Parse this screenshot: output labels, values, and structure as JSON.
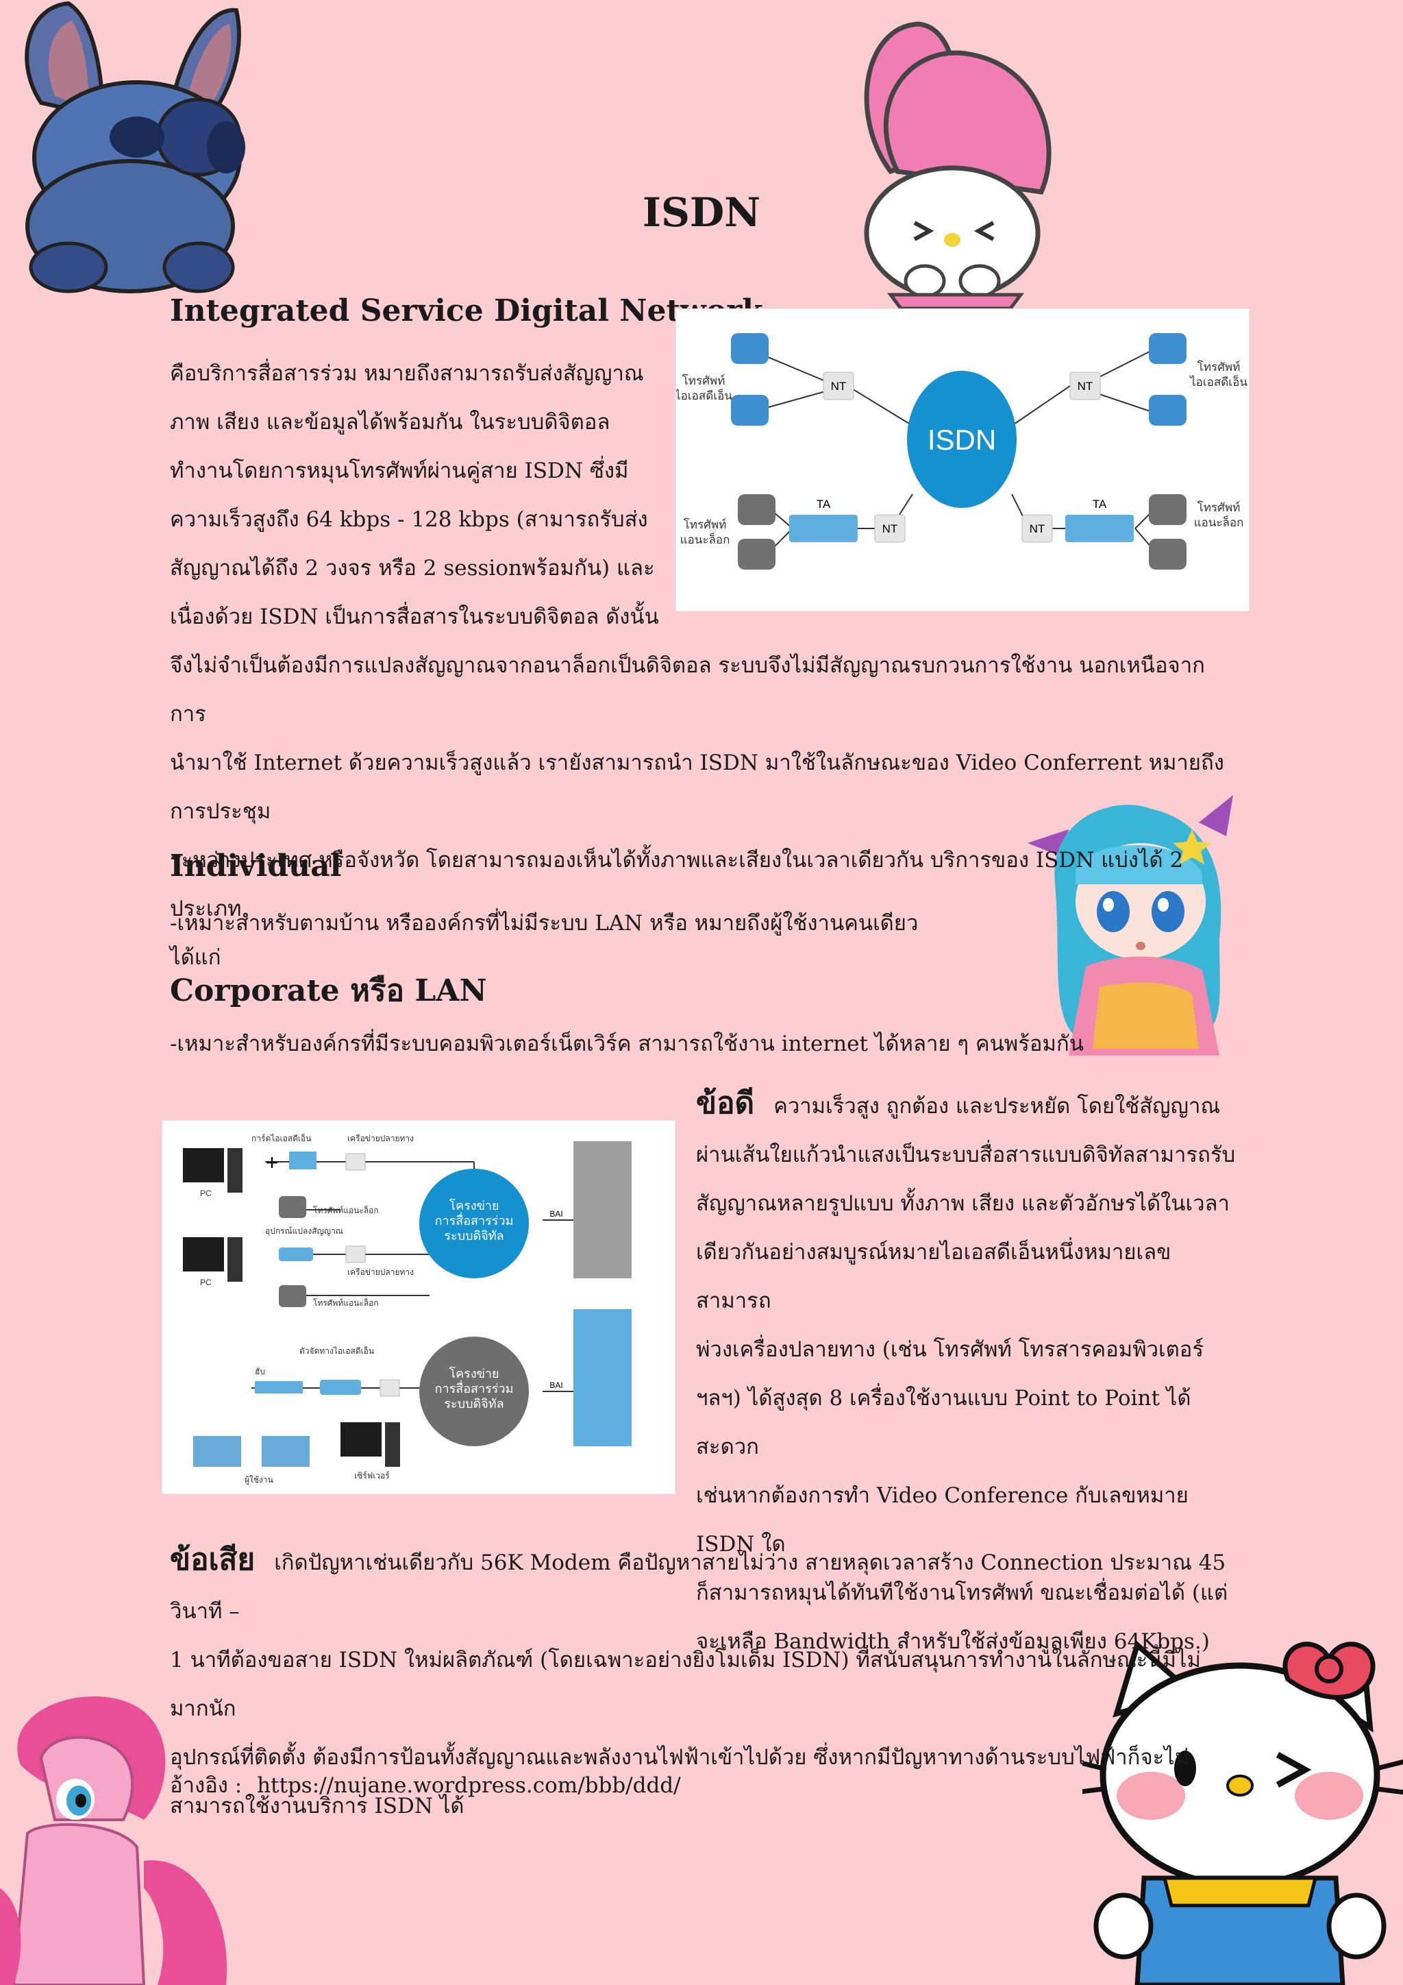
{
  "page": {
    "title": "ISDN"
  },
  "section_isdn": {
    "heading": "Integrated Service Digital Network",
    "lines_left": [
      "คือบริการสื่อสารร่วม หมายถึงสามารถรับส่งสัญญาณ",
      "ภาพ เสียง และข้อมูลได้พร้อมกัน ในระบบดิจิตอล",
      "ทำงานโดยการหมุนโทรศัพท์ผ่านคู่สาย ISDN ซึ่งมี",
      "ความเร็วสูงถึง 64 kbps - 128 kbps (สามารถรับส่ง",
      "สัญญาณได้ถึง 2 วงจร หรือ 2 sessionพร้อมกัน) และ",
      "เนื่องด้วย ISDN เป็นการสื่อสารในระบบดิจิตอล ดังนั้น"
    ],
    "lines_full": [
      "จึงไม่จำเป็นต้องมีการแปลงสัญญาณจากอนาล็อกเป็นดิจิตอล ระบบจึงไม่มีสัญญาณรบกวนการใช้งาน นอกเหนือจากการ",
      "นำมาใช้ Internet ด้วยความเร็วสูงแล้ว เรายังสามารถนำ ISDN มาใช้ในลักษณะของ Video Conferrent หมายถึง การประชุม",
      "ระหว่างประเทศ หรือจังหวัด โดยสามารถมองเห็นได้ทั้งภาพและเสียงในเวลาเดียวกัน บริการของ ISDN แบ่งได้ 2 ประเภท",
      "ได้แก่"
    ]
  },
  "figure1": {
    "center_label": "ISDN",
    "nt": "NT",
    "ta": "TA",
    "left_top_label": [
      "โทรศัพท์",
      "ไอเอสดีเอ็น"
    ],
    "left_bottom_label": [
      "โทรศัพท์",
      "แอนะล็อก"
    ],
    "right_top_label": [
      "โทรศัพท์",
      "ไอเอสดีเอ็น"
    ],
    "right_bottom_label": [
      "โทรศัพท์",
      "แอนะล็อก"
    ]
  },
  "individual": {
    "heading": "Individual",
    "text": "-เหมาะสำหรับตามบ้าน หรือองค์กรที่ไม่มีระบบ LAN หรือ หมายถึงผู้ใช้งานคนเดียว"
  },
  "corporate": {
    "heading": "Corporate หรือ LAN",
    "text": "-เหมาะสำหรับองค์กรที่มีระบบคอมพิวเตอร์เน็ตเวิร์ค สามารถใช้งาน internet ได้หลาย ๆ คนพร้อมกัน"
  },
  "figure2": {
    "card_label": "การ์ดไอเอสดีเอ็น",
    "terminal1": "เครือข่ายปลายทาง",
    "analog_phone1": "โทรศัพท์แอนะล็อก",
    "adapter": "อุปกรณ์แปลงสัญญาณ",
    "terminal2": "เครือข่ายปลายทาง",
    "analog_phone2": "โทรศัพท์แอนะล็อก",
    "pc1": "PC",
    "pc2": "PC",
    "router": "ตัวจัดทางไอเอสดีเอ็น",
    "hub": "ฮับ",
    "users": "ผู้ใช้งาน",
    "server": "เซิร์ฟเวอร์",
    "bai": "BAI",
    "network_blue": [
      "โครงข่าย",
      "การสื่อสารร่วม",
      "ระบบดิจิทัล"
    ],
    "network_gray": [
      "โครงข่าย",
      "การสื่อสารร่วม",
      "ระบบดิจิทัล"
    ]
  },
  "advantages": {
    "heading": "ข้อดี",
    "first_line": "ความเร็วสูง ถูกต้อง และประหยัด โดยใช้สัญญาณ",
    "lines": [
      "ผ่านเส้นใยแก้วนำแสงเป็นระบบสื่อสารแบบดิจิทัลสามารถรับ",
      "สัญญาณหลายรูปแบบ ทั้งภาพ เสียง และตัวอักษรได้ในเวลา",
      "เดียวกันอย่างสมบูรณ์หมายไอเอสดีเอ็นหนึ่งหมายเลขสามารถ",
      "พ่วงเครื่องปลายทาง (เช่น โทรศัพท์ โทรสารคอมพิวเตอร์",
      "ฯลฯ) ได้สูงสุด 8 เครื่องใช้งานแบบ Point to Point ได้สะดวก",
      "เช่นหากต้องการทำ Video Conference กับเลขหมาย ISDN ใด",
      "ก็สามารถหมุนได้ทันทีใช้งานโทรศัพท์ ขณะเชื่อมต่อได้ (แต่",
      "จะเหลือ Bandwidth สำหรับใช้ส่งข้อมูลเพียง 64Kbps.)"
    ]
  },
  "disadvantages": {
    "heading": "ข้อเสีย",
    "first_line": "เกิดปัญหาเช่นเดียวกับ 56K Modem คือปัญหาสายไม่ว่าง สายหลุดเวลาสร้าง Connection ประมาณ 45 วินาที –",
    "lines": [
      "1 นาทีต้องขอสาย ISDN ใหม่ผลิตภัณฑ์ (โดยเฉพาะอย่างยิ่งโมเด็ม ISDN) ที่สนับสนุนการทำงานในลักษณะนี้มีไม่มากนัก",
      "อุปกรณ์ที่ติดตั้ง ต้องมีการป้อนทั้งสัญญาณและพลังงานไฟฟ้าเข้าไปด้วย ซึ่งหากมีปัญหาทางด้านระบบไฟฟ้าก็จะไม่",
      "สามารถใช้งานบริการ ISDN ได้"
    ]
  },
  "reference": {
    "label": "อ้างอิง :",
    "url": "https://nujane.wordpress.com/bbb/ddd/"
  },
  "colors": {
    "background": "#fccdd1",
    "isdn_blue": "#1591d0",
    "network_gray": "#6e6e6e"
  }
}
